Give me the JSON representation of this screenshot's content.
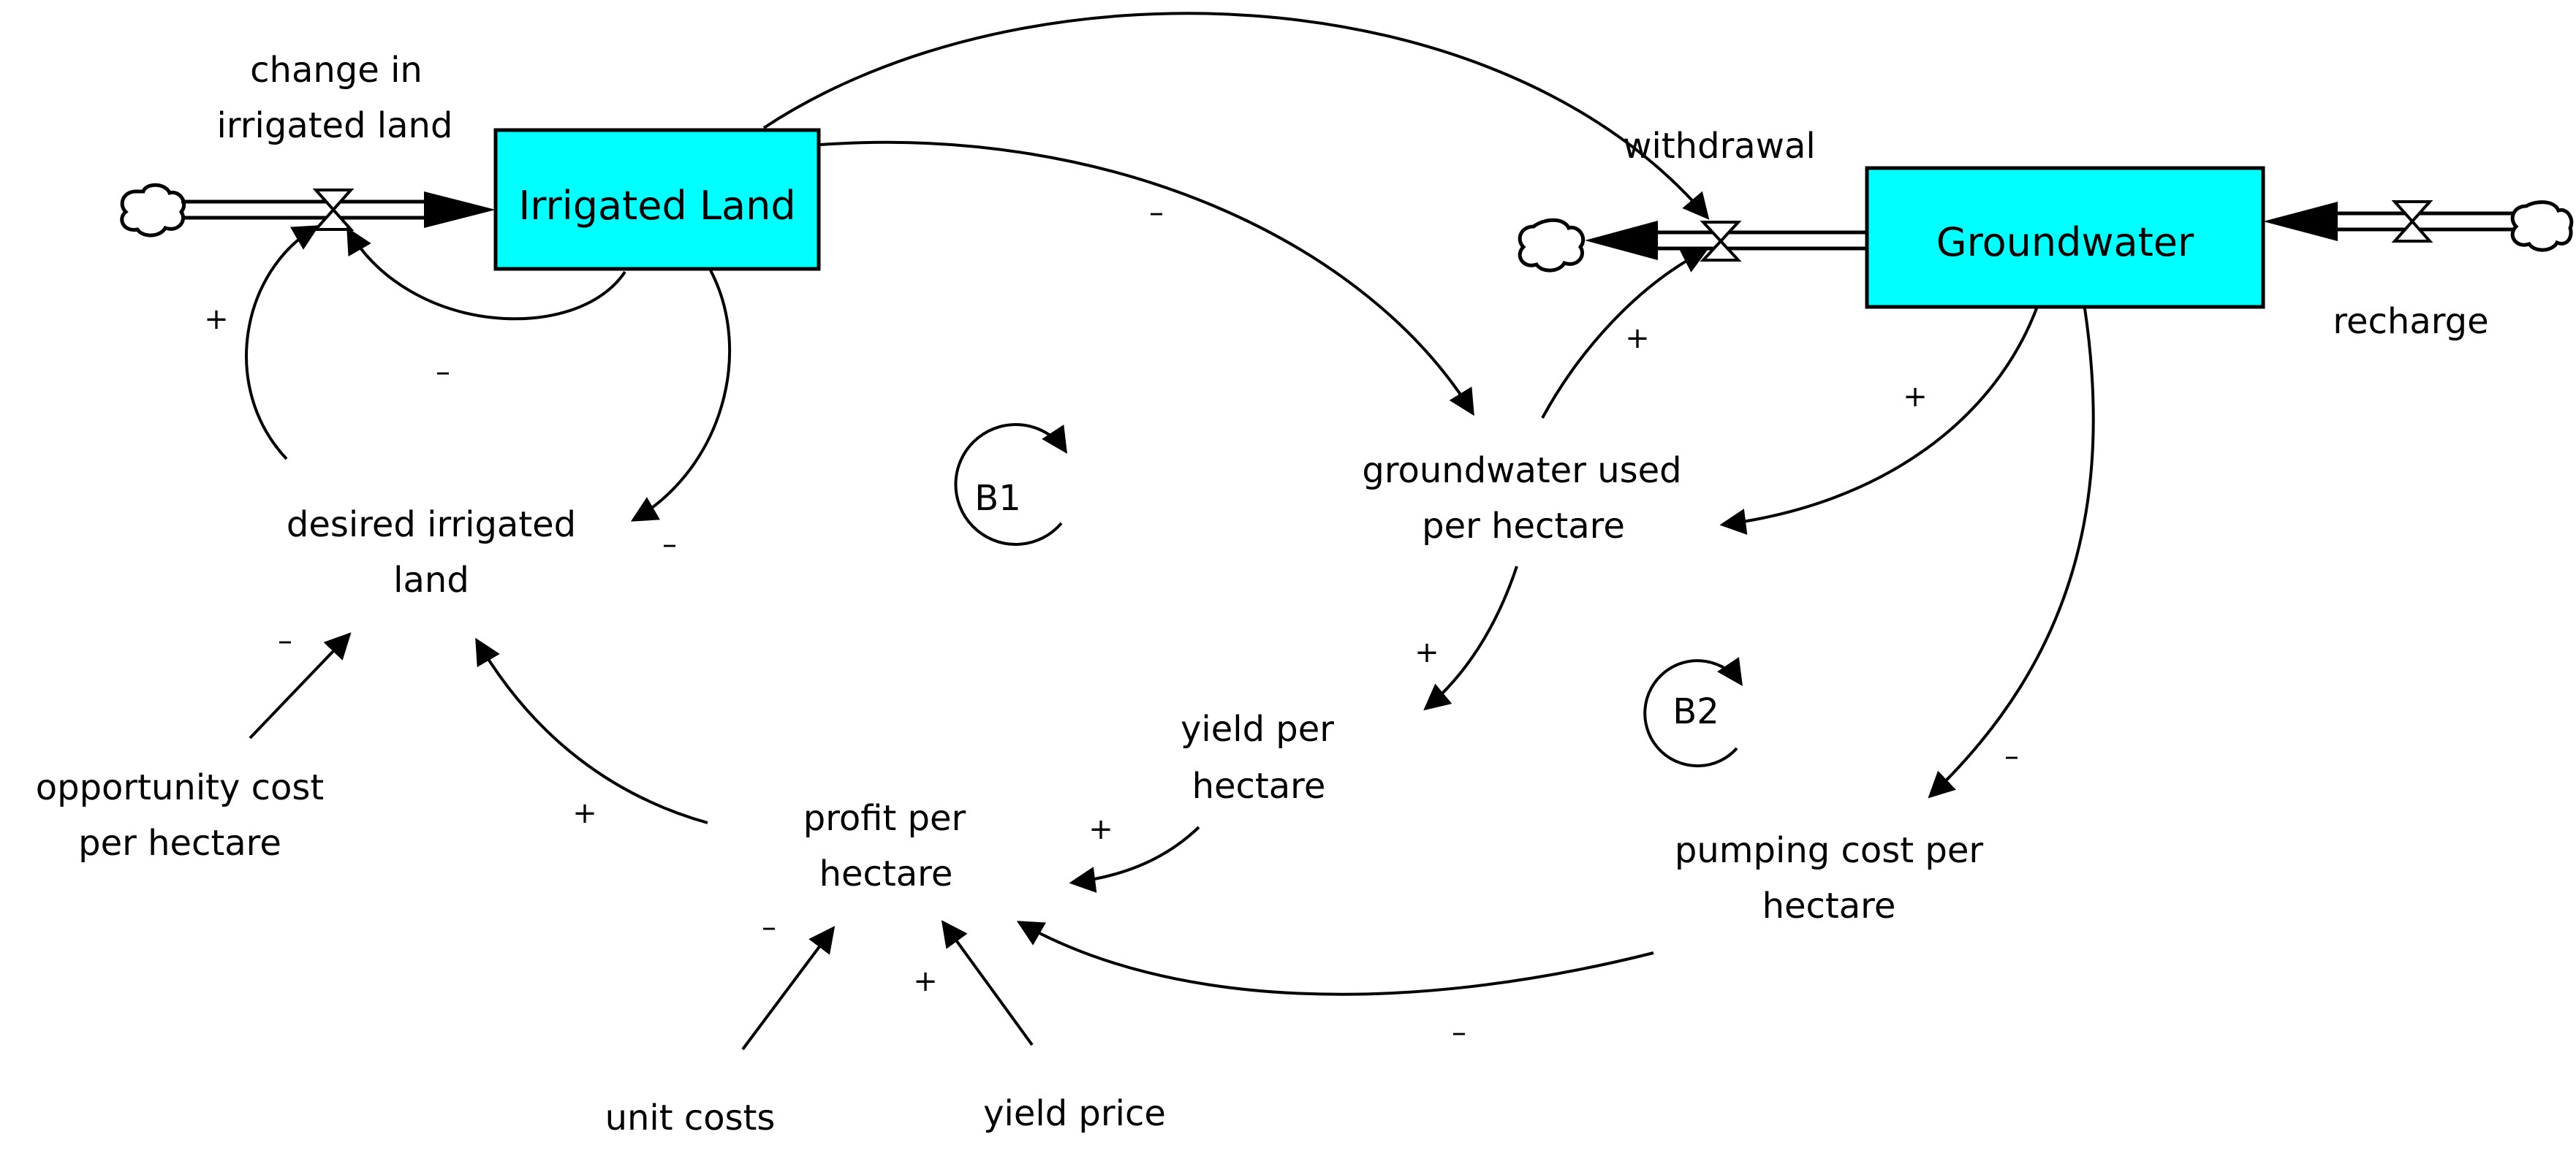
{
  "stocks": {
    "irrigated_land": "Irrigated Land",
    "groundwater": "Groundwater"
  },
  "flows": {
    "change_in_irrigated_land": [
      "change in",
      "irrigated land"
    ],
    "withdrawal": "withdrawal",
    "recharge": "recharge"
  },
  "variables": {
    "desired_irrigated_land": [
      "desired irrigated",
      "land"
    ],
    "opportunity_cost": [
      "opportunity cost",
      "per hectare"
    ],
    "groundwater_used": [
      "groundwater used",
      "per hectare"
    ],
    "yield_per_hectare": [
      "yield per",
      "hectare"
    ],
    "profit_per_hectare": [
      "profit per",
      "hectare"
    ],
    "pumping_cost": [
      "pumping cost per",
      "hectare"
    ],
    "unit_costs": "unit costs",
    "yield_price": "yield price"
  },
  "loops": {
    "b1": "B1",
    "b2": "B2"
  },
  "polarities": {
    "desired_to_change": "+",
    "land_to_change": "–",
    "land_to_desired": "–",
    "land_to_gw_used": "–",
    "gw_used_to_withdrawal": "+",
    "groundwater_to_gw_used": "+",
    "gw_used_to_yield": "+",
    "yield_to_profit": "+",
    "profit_to_desired": "+",
    "opportunity_to_desired": "–",
    "unit_costs_to_profit": "–",
    "yield_price_to_profit": "+",
    "groundwater_to_pumping": "–",
    "pumping_to_profit": "–"
  },
  "colors": {
    "stock_fill": "#00ffff",
    "line": "#000000",
    "background": "#ffffff"
  }
}
